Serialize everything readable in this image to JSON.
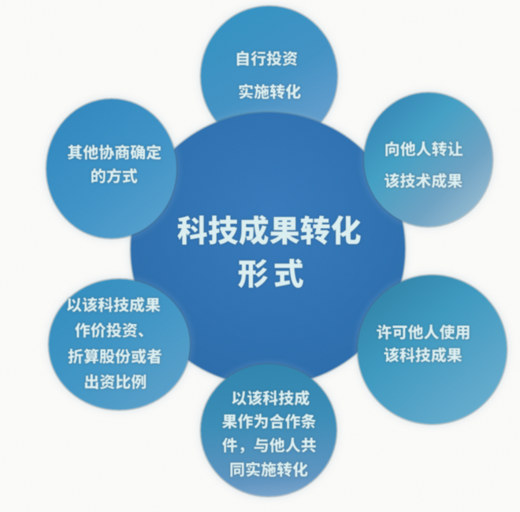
{
  "diagram": {
    "type": "radial-cluster",
    "background_color": "#fbfbf9"
  },
  "hub": {
    "lines": [
      "科技成果转化",
      "形式"
    ],
    "text": "科技成果转化形式",
    "fill_color": "#2f74b5",
    "text_color": "#dcf0f2"
  },
  "satellites": [
    {
      "id": "self-invest",
      "position": "top",
      "lines": [
        "自行投资",
        "实施转化"
      ],
      "text": "自行投资实施转化",
      "fill_color": "#3a8ec4"
    },
    {
      "id": "transfer",
      "position": "top-right",
      "lines": [
        "向他人转让",
        "该技术成果"
      ],
      "text": "向他人转让该技术成果",
      "fill_color": "#4a9cc6"
    },
    {
      "id": "license",
      "position": "bottom-right",
      "lines": [
        "许可他人使用",
        "该科技成果"
      ],
      "text": "许可他人使用该科技成果",
      "fill_color": "#3b95bd"
    },
    {
      "id": "co-transform",
      "position": "bottom",
      "lines": [
        "以该科技成",
        "果作为合作条",
        "件，与他人共",
        "同实施转化"
      ],
      "text": "以该科技成果作为合作条件，与他人共同实施转化",
      "fill_color": "#3a8fb9"
    },
    {
      "id": "price-invest",
      "position": "bottom-left",
      "lines": [
        "以该科技成果",
        "作价投资、",
        "折算股份或者",
        "出资比例"
      ],
      "text": "以该科技成果作价投资、折算股份或者出资比例",
      "fill_color": "#3f96c6"
    },
    {
      "id": "negotiated",
      "position": "top-left",
      "lines": [
        "其他协商确定",
        "的方式"
      ],
      "text": "其他协商确定的方式",
      "fill_color": "#3d93c7"
    }
  ]
}
